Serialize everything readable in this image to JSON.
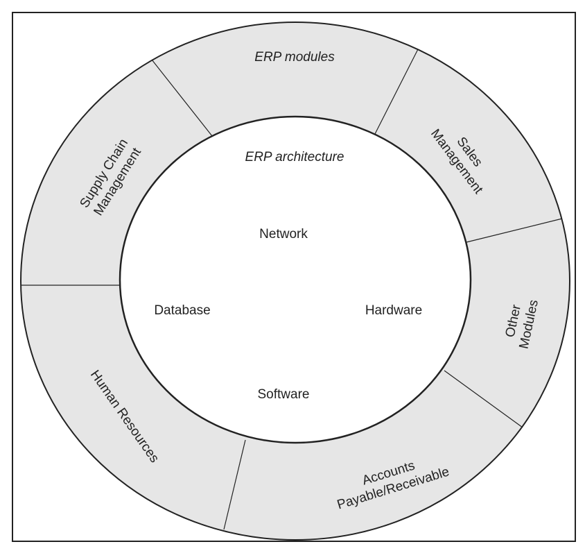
{
  "outer_ring": {
    "title": "ERP modules",
    "modules": {
      "supply_chain": [
        "Supply Chain",
        "Management"
      ],
      "sales": [
        "Sales",
        "Management"
      ],
      "other": [
        "Other",
        "Modules"
      ],
      "accounts": [
        "Accounts",
        "Payable/Receivable"
      ],
      "hr": "Human Resources"
    }
  },
  "inner_circle": {
    "title": "ERP architecture",
    "network": "Network",
    "database": "Database",
    "hardware": "Hardware",
    "software": "Software"
  },
  "colors": {
    "ring_fill": "#e6e6e6",
    "stroke": "#222222"
  }
}
